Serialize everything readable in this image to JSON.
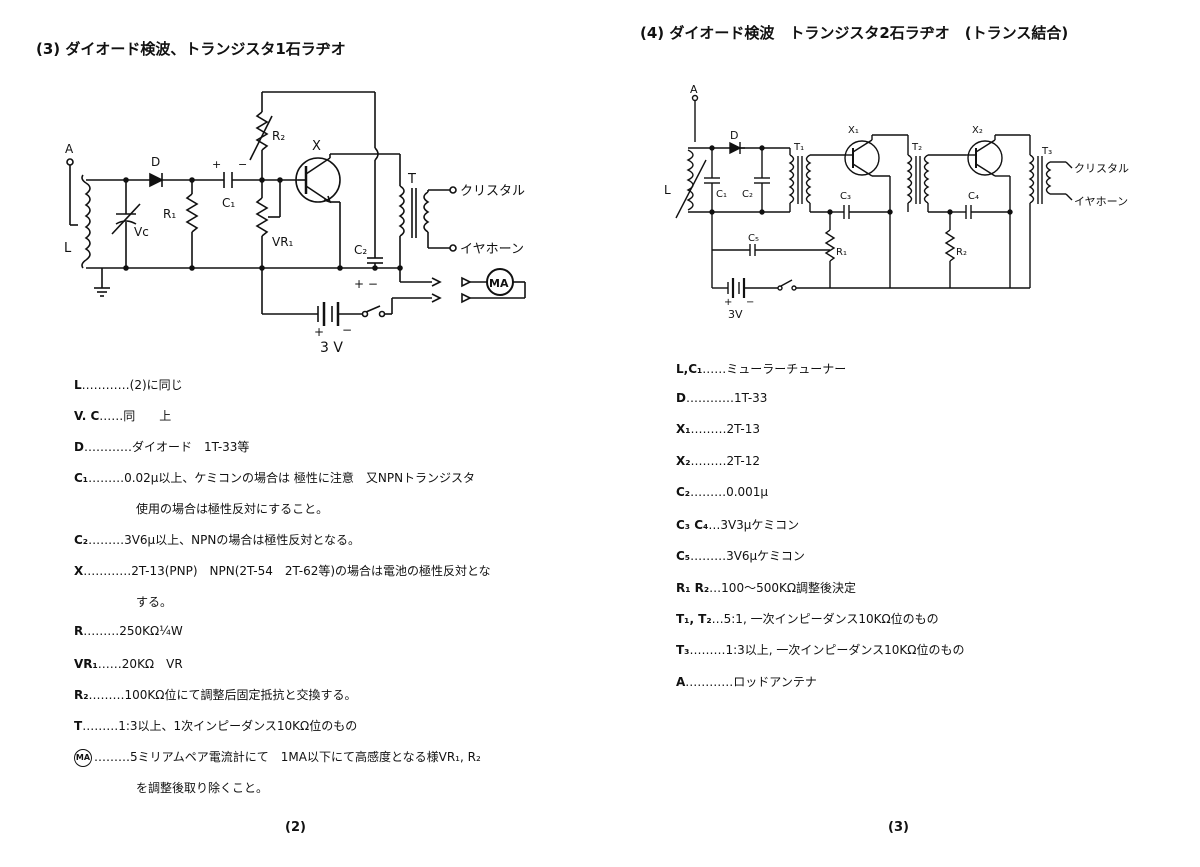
{
  "left": {
    "title": "(3)  ダイオード検波、トランジスタ1石ラヂオ",
    "diagram": {
      "labels": {
        "antenna": "A",
        "diode": "D",
        "coil": "L",
        "varcap": "Vc",
        "r1": "R₁",
        "c1": "C₁",
        "c1_plus": "+",
        "c1_minus": "−",
        "r2": "R₂",
        "transistor": "X",
        "vr1": "VR₁",
        "transformer": "T",
        "crystal": "クリスタル",
        "earphone": "イヤホーン",
        "c2": "C₂",
        "c2_polarity": "+ −",
        "meter": "MA",
        "battery_plus": "+",
        "battery_minus": "−",
        "battery_voltage": "3 V"
      }
    },
    "parts": [
      {
        "sym": "L",
        "text": "…………(2)に同じ"
      },
      {
        "sym": "V. C",
        "text": "……同　　上"
      },
      {
        "sym": "D",
        "text": "…………ダイオード　1T-33等"
      },
      {
        "sym": "C₁",
        "text": "………0.02μ以上、ケミコンの場合は 極性に注意　又NPNトランジスタ",
        "cont": "使用の場合は極性反対にすること。"
      },
      {
        "sym": "C₂",
        "text": "………3V6μ以上、NPNの場合は極性反対となる。"
      },
      {
        "sym": "X",
        "text": "…………2T-13(PNP)　NPN(2T-54　2T-62等)の場合は電池の極性反対とな",
        "cont": "する。"
      },
      {
        "sym": "R",
        "text": "………250KΩ¼W"
      },
      {
        "sym": "VR₁",
        "text": "……20KΩ　VR"
      },
      {
        "sym": "R₂",
        "text": "………100KΩ位にて調整后固定抵抗と交換する。"
      },
      {
        "sym": "T",
        "text": "………1:3以上、1次インピーダンス10KΩ位のもの"
      },
      {
        "sym": "MA",
        "text": "………5ミリアムペア電流計にて　1MA以下にて高感度となる様VR₁, R₂",
        "cont": "を調整後取り除くこと。"
      }
    ],
    "page_number": "(2)"
  },
  "right": {
    "title": "(4)  ダイオード検波　トランジスタ2石ラヂオ　(トランス結合)",
    "diagram": {
      "labels": {
        "antenna": "A",
        "diode": "D",
        "coil": "L",
        "c1": "C₁",
        "c2": "C₂",
        "t1": "T₁",
        "x1": "X₁",
        "t2": "T₂",
        "c3": "C₃",
        "x2": "X₂",
        "t3": "T₃",
        "c4": "C₄",
        "crystal": "クリスタル",
        "earphone": "イヤホーン",
        "c5": "C₅",
        "r1": "R₁",
        "r2": "R₂",
        "battery_plus": "+",
        "battery_minus": "−",
        "battery_voltage": "3V"
      }
    },
    "parts": [
      {
        "sym": "L,C₁",
        "text": "……ミューラーチューナー"
      },
      {
        "sym": "D",
        "text": "…………1T-33"
      },
      {
        "sym": "X₁",
        "text": "………2T-13"
      },
      {
        "sym": "X₂",
        "text": "………2T-12"
      },
      {
        "sym": "C₂",
        "text": "………0.001μ"
      },
      {
        "sym": "C₃ C₄",
        "text": "…3V3μケミコン"
      },
      {
        "sym": "C₅",
        "text": "………3V6μケミコン"
      },
      {
        "sym": "R₁ R₂",
        "text": "…100～500KΩ調整後決定"
      },
      {
        "sym": "T₁, T₂",
        "text": "…5:1, 一次インピーダンス10KΩ位のもの"
      },
      {
        "sym": "T₃",
        "text": "………1:3以上, 一次インピーダンス10KΩ位のもの"
      },
      {
        "sym": "A",
        "text": "…………ロッドアンテナ"
      }
    ],
    "page_number": "(3)"
  }
}
